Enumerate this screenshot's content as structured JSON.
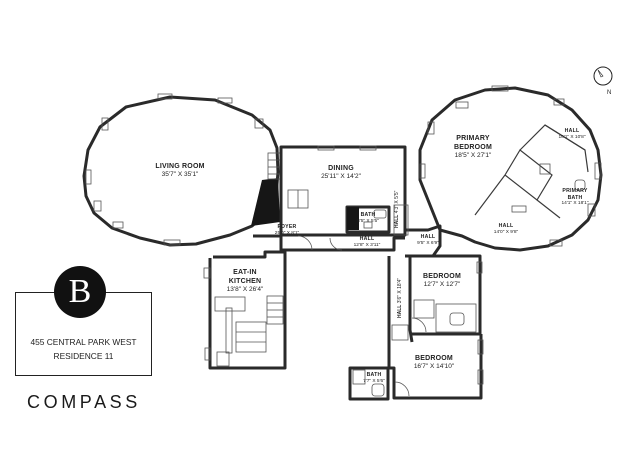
{
  "rooms": {
    "living_room": {
      "name": "LIVING ROOM",
      "dims": "35'7\" X 35'1\""
    },
    "dining": {
      "name": "DINING",
      "dims": "25'11\" X 14'2\""
    },
    "primary_bedroom": {
      "name": "PRIMARY BEDROOM",
      "dims": "18'5\" X 27'1\""
    },
    "hall_upper_right": {
      "name": "HALL",
      "dims": "10'1\" X 10'8\""
    },
    "primary_bath": {
      "name": "PRIMARY BATH",
      "dims": "14'1\" X 18'1\""
    },
    "hall_closets": {
      "name": "HALL",
      "dims": "14'0\" X 9'8\""
    },
    "bath_center": {
      "name": "BATH",
      "dims": "8'5\" X 5'5\""
    },
    "hall_vertical_small": {
      "name": "HALL",
      "dims": "4'3\" X 5'5\""
    },
    "foyer": {
      "name": "FOYER",
      "dims": "25'0\" X 8'1\""
    },
    "hall_center": {
      "name": "HALL",
      "dims": "12'8\" X 3'11\""
    },
    "hall_right": {
      "name": "HALL",
      "dims": "9'5\" X 6'9\""
    },
    "kitchen": {
      "name": "EAT-IN KITCHEN",
      "dims": "13'8\" X 26'4\""
    },
    "bedroom_1": {
      "name": "BEDROOM",
      "dims": "12'7\" X 12'7\""
    },
    "hall_long": {
      "name": "HALL",
      "dims": "3'6\" X 18'4\""
    },
    "bedroom_2": {
      "name": "BEDROOM",
      "dims": "16'7\" X 14'10\""
    },
    "bath_lower": {
      "name": "BATH",
      "dims": "7'7\" X 5'6\""
    }
  },
  "logo": {
    "letter": "B"
  },
  "address": {
    "line1": "455 CENTRAL PARK WEST",
    "line2": "RESIDENCE 11"
  },
  "brand": {
    "name": "COMPASS"
  },
  "north_label": "N",
  "icons": {
    "compass_rose": "north-arrow-icon",
    "logo": "monogram-b-icon"
  }
}
